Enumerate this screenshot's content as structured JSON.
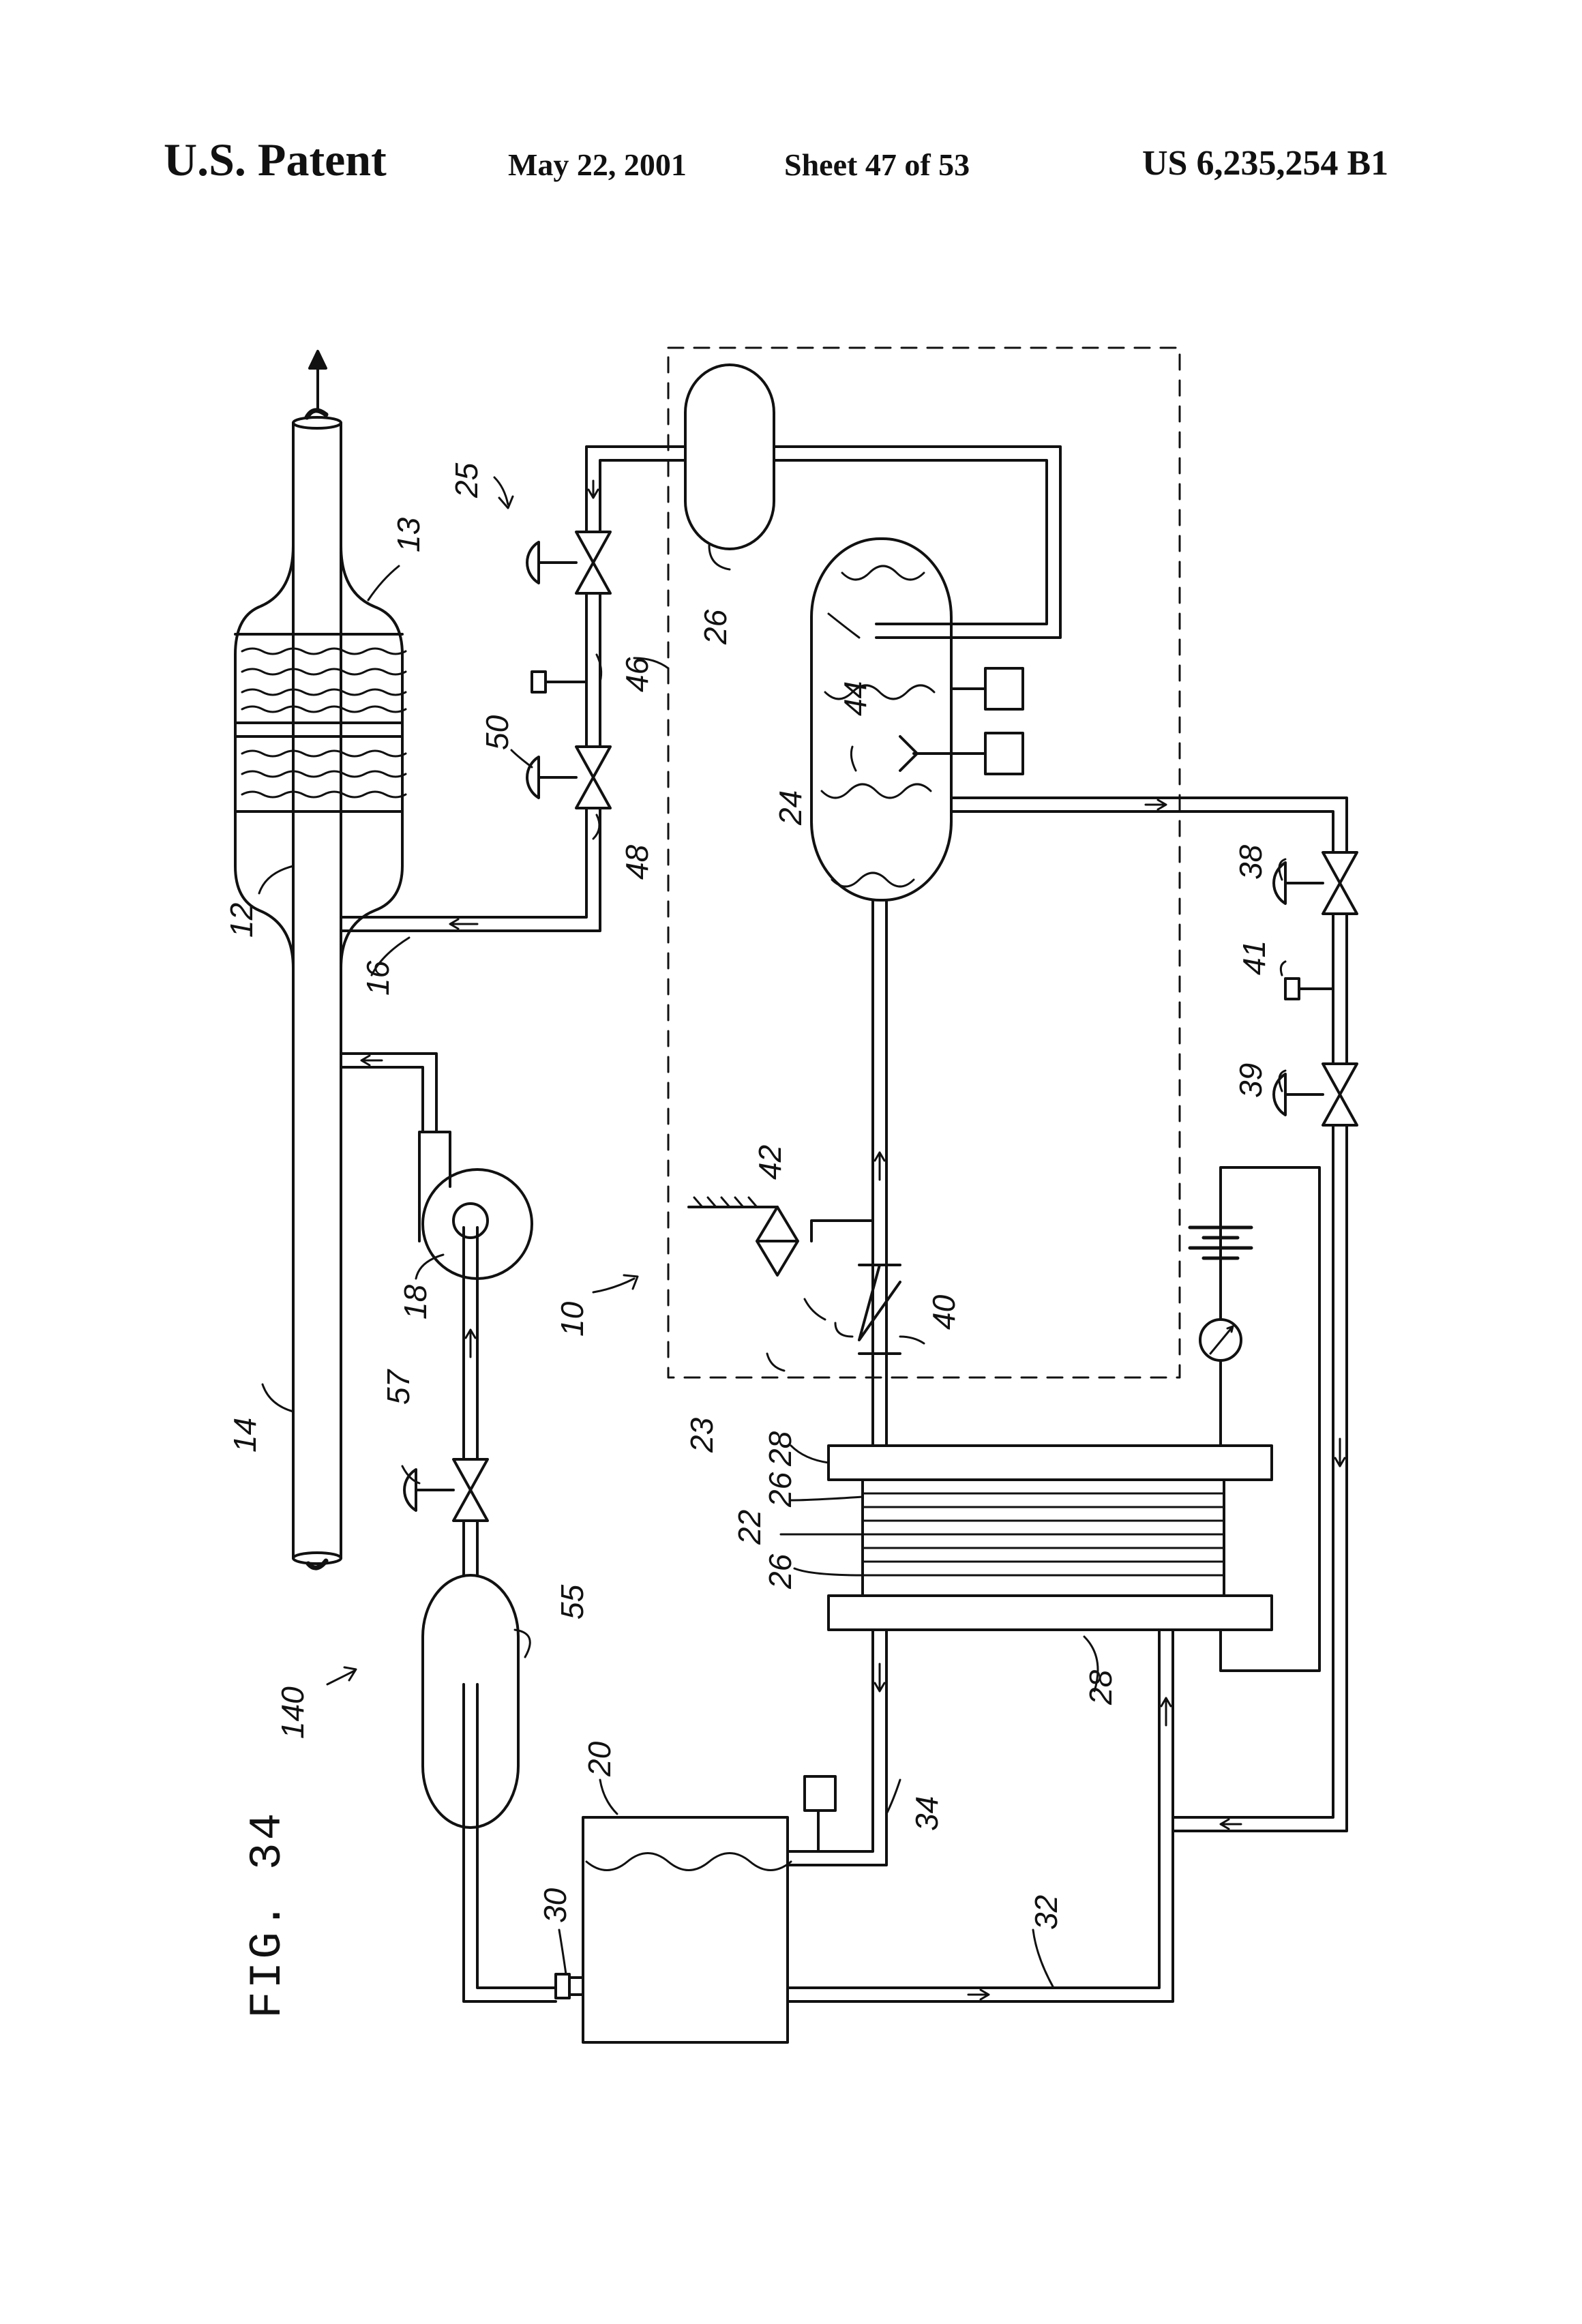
{
  "header": {
    "title": "U.S. Patent",
    "date": "May 22, 2001",
    "sheet": "Sheet 47 of 53",
    "patent_number": "US 6,235,254 B1"
  },
  "figure": {
    "label": "FIG. 34",
    "ref_labels": {
      "r10": "10",
      "r12": "12",
      "r13": "13",
      "r14": "14",
      "r16": "16",
      "r18": "18",
      "r20": "20",
      "r22": "22",
      "r23": "23",
      "r24": "24",
      "r25": "25",
      "r26a": "26",
      "r26b": "26",
      "r26c": "26",
      "r28a": "28",
      "r28b": "28",
      "r30": "30",
      "r32": "32",
      "r34": "34",
      "r38": "38",
      "r39": "39",
      "r40": "40",
      "r41": "41",
      "r42": "42",
      "r44": "44",
      "r46": "46",
      "r48": "48",
      "r50": "50",
      "r55": "55",
      "r57": "57",
      "r140": "140"
    }
  }
}
